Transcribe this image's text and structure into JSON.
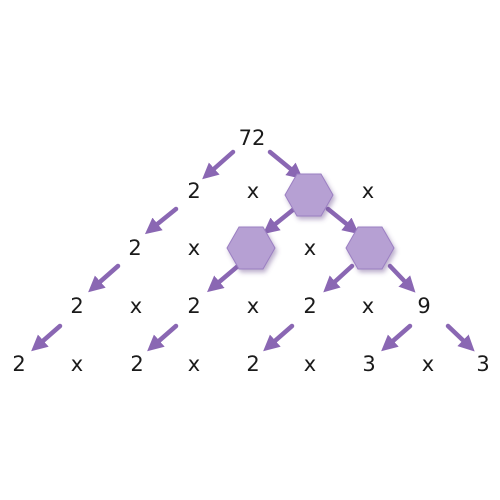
{
  "diagram": {
    "root": "72",
    "rows": [
      [
        "2",
        "x",
        "",
        "x",
        ""
      ],
      [
        "2",
        "x",
        "",
        "x",
        ""
      ],
      [
        "2",
        "x",
        "2",
        "x",
        "2",
        "x",
        "9"
      ],
      [
        "2",
        "x",
        "2",
        "x",
        "2",
        "x",
        "3",
        "x",
        "3"
      ]
    ],
    "colors": {
      "arrow": "#8a67b3",
      "hexagon_fill": "#b6a0d3",
      "hexagon_stroke": "#9b7fc2",
      "text": "#1a1a1a"
    }
  }
}
